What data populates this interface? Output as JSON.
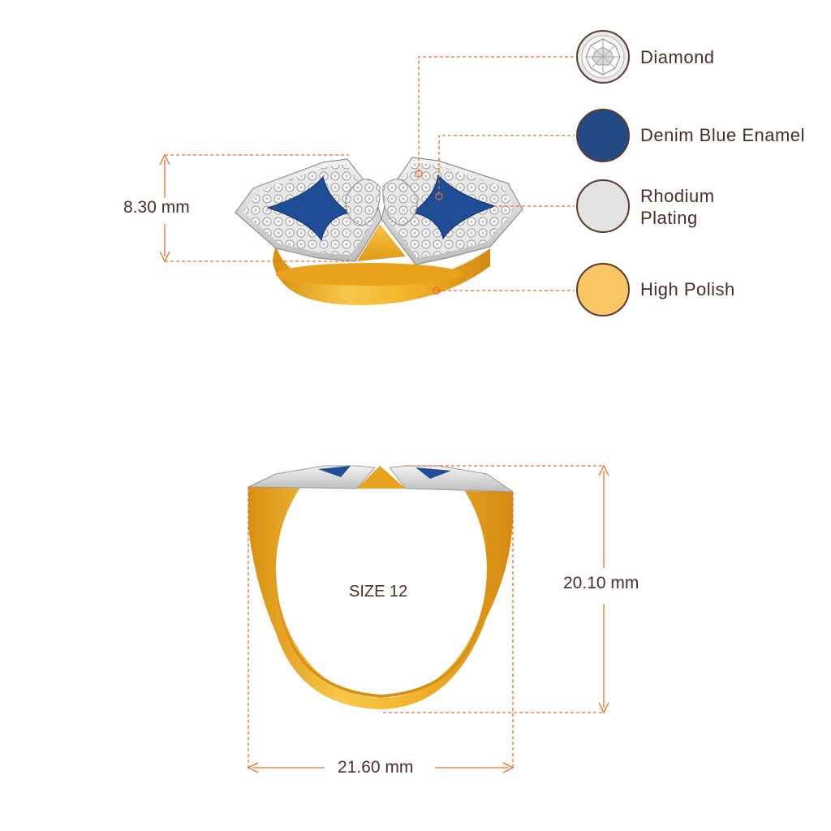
{
  "legend": [
    {
      "label": "Diamond",
      "swatch_color": "#e9e9e9",
      "icon": "diamond-icon"
    },
    {
      "label": "Denim Blue Enamel",
      "swatch_color": "#244a86",
      "icon": "enamel-swatch"
    },
    {
      "label": "Rhodium\nPlating",
      "swatch_color": "#e3e3e3",
      "icon": "rhodium-swatch"
    },
    {
      "label": "High Polish",
      "swatch_color": "#f8c665",
      "icon": "gold-swatch"
    }
  ],
  "dimensions": {
    "height_top": "8.30 mm",
    "height_front": "20.10 mm",
    "width_front": "21.60 mm",
    "size": "SIZE 12"
  },
  "colors": {
    "leader_line": "#f06a2a",
    "swatch_border": "#5a3a30",
    "text": "#4a2f28",
    "gold": "#f2b52a",
    "enamel": "#1f4e96"
  }
}
